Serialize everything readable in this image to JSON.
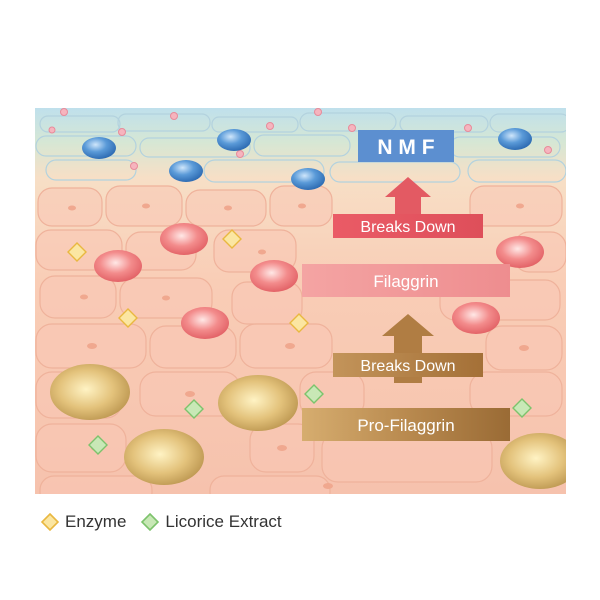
{
  "diagram": {
    "nmf_label": "N M F",
    "arrow_top_label": "Breaks Down",
    "filaggrin_label": "Filaggrin",
    "arrow_bottom_label": "Breaks Down",
    "profilaggrin_label": "Pro-Filaggrin"
  },
  "legend": {
    "enzyme": "Enzyme",
    "licorice": "Licorice Extract"
  },
  "colors": {
    "nmf_box": "#5c8fd0",
    "arrow_red": "#e35a63",
    "filaggrin_bar": "#f19b9a",
    "arrow_brown": "#b07d43",
    "profilaggrin_bar": "#b8894e",
    "enzyme_diamond": "#f3cf63",
    "licorice_diamond": "#97d086"
  }
}
